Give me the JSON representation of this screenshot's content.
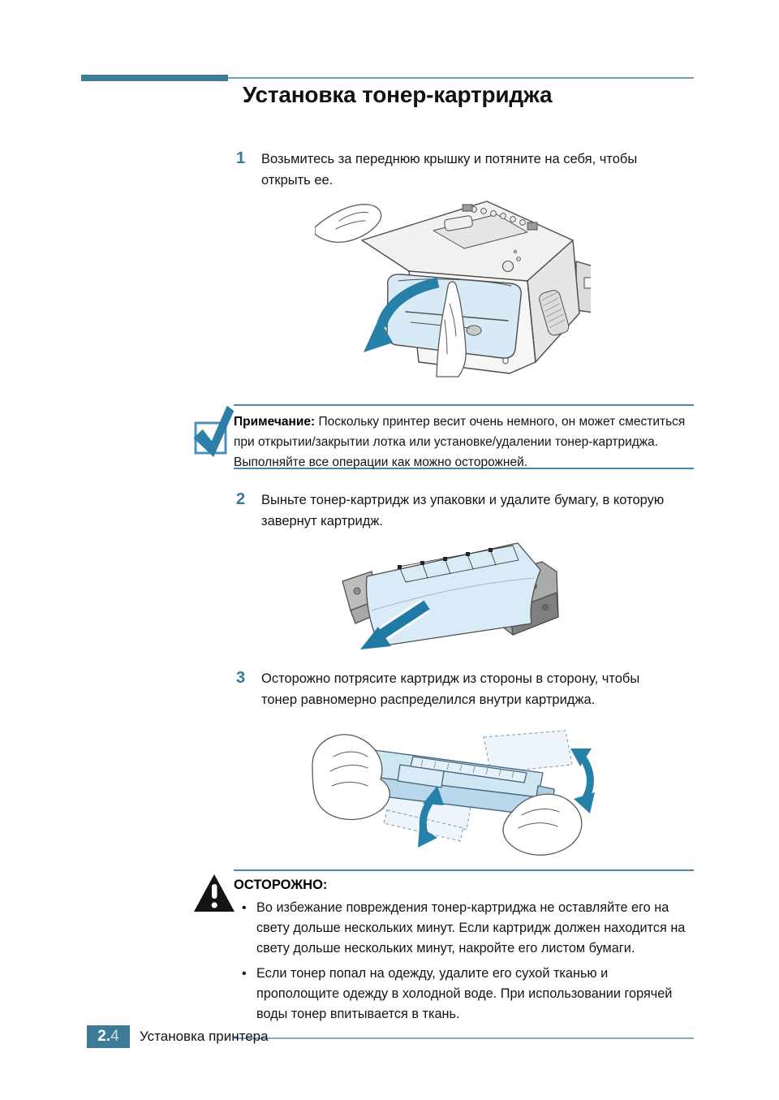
{
  "title": "Установка тонер-картриджа",
  "steps": [
    {
      "num": "1",
      "text": "Возьмитесь за переднюю крышку и потяните на себя, чтобы открыть ее."
    },
    {
      "num": "2",
      "text": "Выньте тонер-картридж из упаковки и удалите бумагу, в которую завернут картридж."
    },
    {
      "num": "3",
      "text": "Осторожно потрясите картридж из стороны в сторону, чтобы тонер равномерно распределился внутри картриджа."
    }
  ],
  "note": {
    "label": "Примечание:",
    "text": "Поскольку принтер весит очень немного, он может сместиться при открытии/закрытии лотка или установке/удалении тонер-картриджа. Выполняйте все операции как можно осторожней."
  },
  "caution": {
    "label": "ОСТОРОЖНО:",
    "bullets": [
      "Во избежание повреждения тонер-картриджа не оставляйте его на свету дольше нескольких минут. Если картридж должен находится на свету дольше нескольких минут, накройте его листом бумаги.",
      "Если тонер попал на одежду, удалите его сухой тканью и прополощите одежду в холодной воде. При использовании горячей воды тонер впитывается в ткань."
    ]
  },
  "footer": {
    "page_number_bold": "2.",
    "page_number_light": "4",
    "label": "Установка принтера"
  },
  "icons": {
    "note": "checkmark-in-square",
    "caution": "warning-triangle-exclamation"
  },
  "colors": {
    "accent_teal": "#3d7a96",
    "rule_teal": "#4a87a8",
    "step_number_teal": "#34789c",
    "arrow_teal": "#2780a8",
    "cover_blue": "#d8eaf5",
    "body_gray": "#f1f2f0"
  }
}
